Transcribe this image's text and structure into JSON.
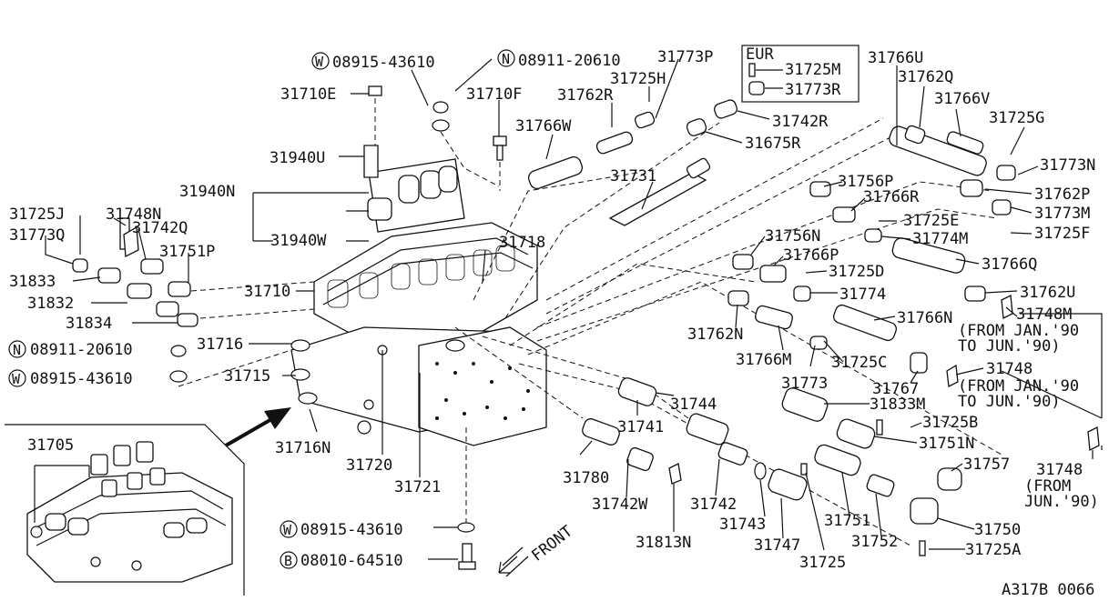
{
  "diagram": {
    "code": "A317B 0066",
    "eur_box": {
      "title": "EUR",
      "items": [
        "31725M",
        "31773R"
      ]
    },
    "parts": [
      {
        "id": "p1",
        "text": "08915-43610",
        "prefix": "W"
      },
      {
        "id": "p2",
        "text": "08911-20610",
        "prefix": "N"
      },
      {
        "id": "p3",
        "text": "31773P"
      },
      {
        "id": "p4",
        "text": "31725H"
      },
      {
        "id": "p5",
        "text": "31710E"
      },
      {
        "id": "p6",
        "text": "31710F"
      },
      {
        "id": "p7",
        "text": "31762R"
      },
      {
        "id": "p8",
        "text": "31766W"
      },
      {
        "id": "p9",
        "text": "31742R"
      },
      {
        "id": "p10",
        "text": "31675R"
      },
      {
        "id": "p11",
        "text": "31940U"
      },
      {
        "id": "p12",
        "text": "31940N"
      },
      {
        "id": "p13",
        "text": "31731"
      },
      {
        "id": "p14",
        "text": "31766U"
      },
      {
        "id": "p15",
        "text": "31762Q"
      },
      {
        "id": "p16",
        "text": "31766V"
      },
      {
        "id": "p17",
        "text": "31725G"
      },
      {
        "id": "p18",
        "text": "31773N"
      },
      {
        "id": "p19",
        "text": "31762P"
      },
      {
        "id": "p20",
        "text": "31773M"
      },
      {
        "id": "p21",
        "text": "31725F"
      },
      {
        "id": "p22",
        "text": "31756P"
      },
      {
        "id": "p23",
        "text": "31766R"
      },
      {
        "id": "p24",
        "text": "31725E"
      },
      {
        "id": "p25",
        "text": "31774M"
      },
      {
        "id": "p26",
        "text": "31725J"
      },
      {
        "id": "p27",
        "text": "31748N"
      },
      {
        "id": "p28",
        "text": "31742Q"
      },
      {
        "id": "p29",
        "text": "31773Q"
      },
      {
        "id": "p30",
        "text": "31751P"
      },
      {
        "id": "p31",
        "text": "31940W"
      },
      {
        "id": "p32",
        "text": "31718"
      },
      {
        "id": "p33",
        "text": "31756N"
      },
      {
        "id": "p34",
        "text": "31766P"
      },
      {
        "id": "p35",
        "text": "31725D"
      },
      {
        "id": "p36",
        "text": "31766Q"
      },
      {
        "id": "p37",
        "text": "31833"
      },
      {
        "id": "p38",
        "text": "31710"
      },
      {
        "id": "p39",
        "text": "31832"
      },
      {
        "id": "p40",
        "text": "31774"
      },
      {
        "id": "p41",
        "text": "31762U"
      },
      {
        "id": "p42",
        "text": "31834"
      },
      {
        "id": "p43",
        "text": "31748M"
      },
      {
        "id": "p44",
        "text": "(FROM JAN.'90"
      },
      {
        "id": "p45",
        "text": "TO JUN.'90)"
      },
      {
        "id": "p46",
        "text": "31762N"
      },
      {
        "id": "p47",
        "text": "31766N"
      },
      {
        "id": "p48",
        "text": "08911-20610",
        "prefix": "N"
      },
      {
        "id": "p49",
        "text": "31716"
      },
      {
        "id": "p50",
        "text": "31766M"
      },
      {
        "id": "p51",
        "text": "31725C"
      },
      {
        "id": "p52",
        "text": "08915-43610",
        "prefix": "W"
      },
      {
        "id": "p53",
        "text": "31715"
      },
      {
        "id": "p54",
        "text": "31773"
      },
      {
        "id": "p55",
        "text": "31748"
      },
      {
        "id": "p56",
        "text": "(FROM JAN.'90"
      },
      {
        "id": "p57",
        "text": "TO JUN.'90)"
      },
      {
        "id": "p58",
        "text": "31767"
      },
      {
        "id": "p59",
        "text": "31744"
      },
      {
        "id": "p60",
        "text": "31833M"
      },
      {
        "id": "p61",
        "text": "31705"
      },
      {
        "id": "p62",
        "text": "31741"
      },
      {
        "id": "p63",
        "text": "31725B"
      },
      {
        "id": "p64",
        "text": "31716N"
      },
      {
        "id": "p65",
        "text": "31751N"
      },
      {
        "id": "p66",
        "text": "31720"
      },
      {
        "id": "p67",
        "text": "31780"
      },
      {
        "id": "p68",
        "text": "31757"
      },
      {
        "id": "p69",
        "text": "31721"
      },
      {
        "id": "p70",
        "text": "31742W"
      },
      {
        "id": "p71",
        "text": "31742"
      },
      {
        "id": "p72",
        "text": "31748"
      },
      {
        "id": "p73",
        "text": "(FROM"
      },
      {
        "id": "p74",
        "text": "JUN.'90)"
      },
      {
        "id": "p75",
        "text": "31743"
      },
      {
        "id": "p76",
        "text": "31751"
      },
      {
        "id": "p77",
        "text": "31750"
      },
      {
        "id": "p78",
        "text": "08915-43610",
        "prefix": "W"
      },
      {
        "id": "p79",
        "text": "FRONT"
      },
      {
        "id": "p80",
        "text": "31813N"
      },
      {
        "id": "p81",
        "text": "31747"
      },
      {
        "id": "p82",
        "text": "31752"
      },
      {
        "id": "p83",
        "text": "31725A"
      },
      {
        "id": "p84",
        "text": "08010-64510",
        "prefix": "B"
      },
      {
        "id": "p85",
        "text": "31725"
      }
    ]
  }
}
